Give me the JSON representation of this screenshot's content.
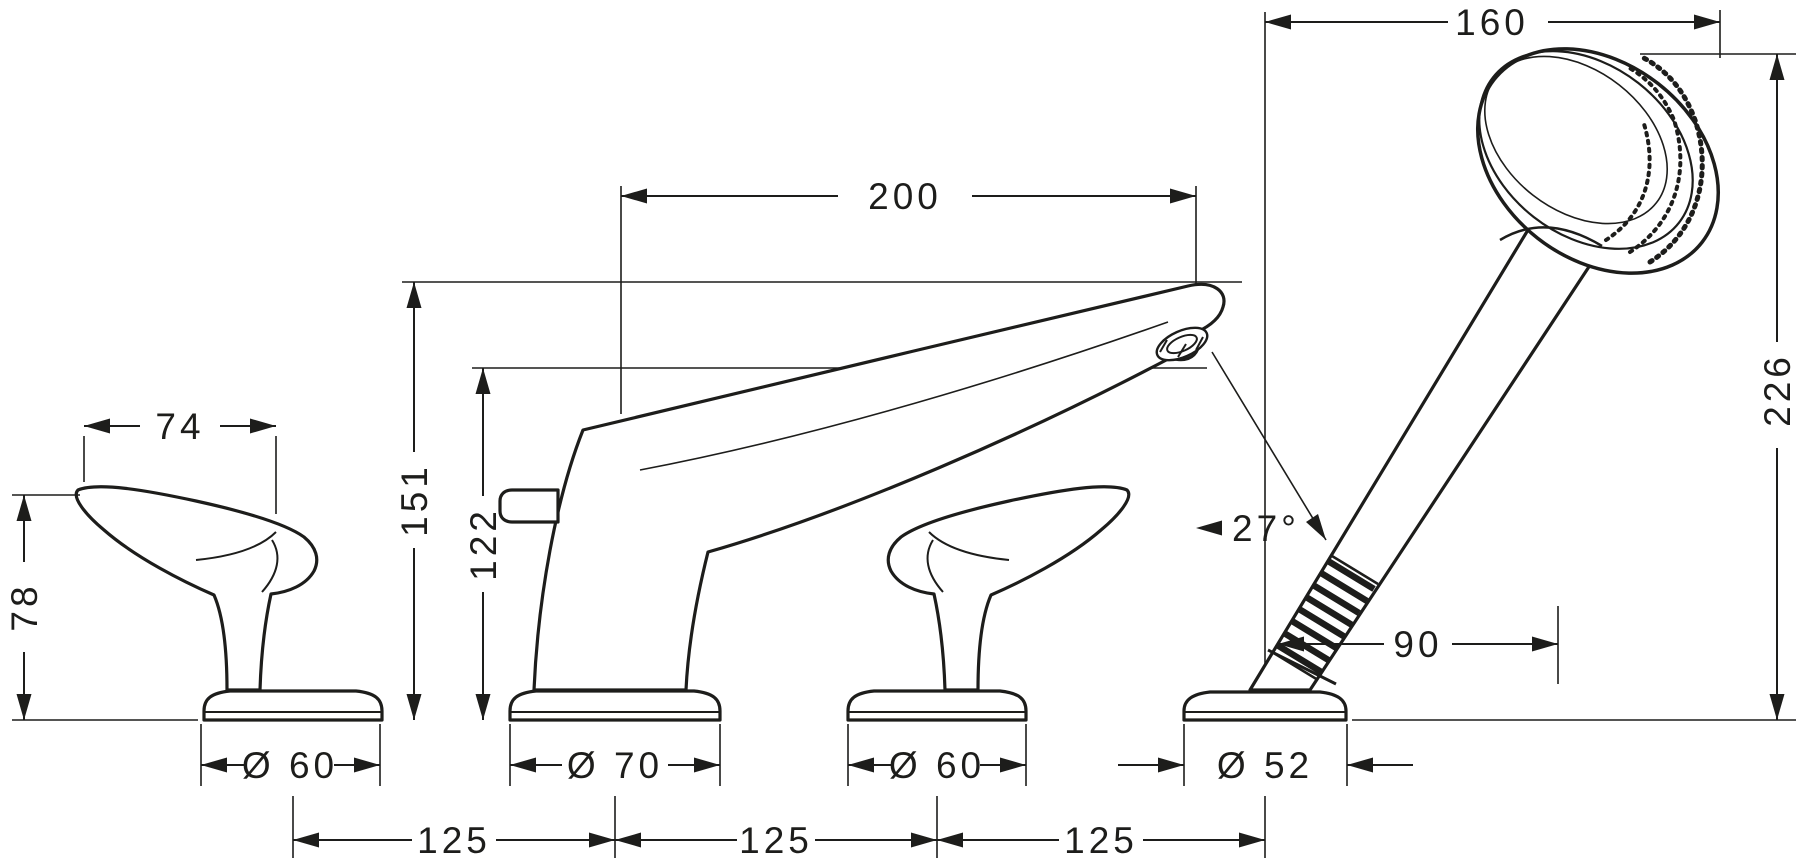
{
  "canvas": {
    "background": "#ffffff",
    "ink": "#1d1d1b"
  },
  "dimensions": {
    "width_160": {
      "label": "160"
    },
    "projection_200": {
      "label": "200"
    },
    "handle_74": {
      "label": "74"
    },
    "height_151": {
      "label": "151"
    },
    "height_122": {
      "label": "122"
    },
    "height_78": {
      "label": "78"
    },
    "height_226": {
      "label": "226"
    },
    "angle_27": {
      "label": "27°"
    },
    "offset_90": {
      "label": "90"
    },
    "dia_left_60": {
      "label": "Ø 60"
    },
    "dia_spout_70": {
      "label": "Ø 70"
    },
    "dia_right_60": {
      "label": "Ø 60"
    },
    "dia_shower_52": {
      "label": "Ø 52"
    },
    "pitch_a_125": {
      "label": "125"
    },
    "pitch_b_125": {
      "label": "125"
    },
    "pitch_c_125": {
      "label": "125"
    }
  }
}
